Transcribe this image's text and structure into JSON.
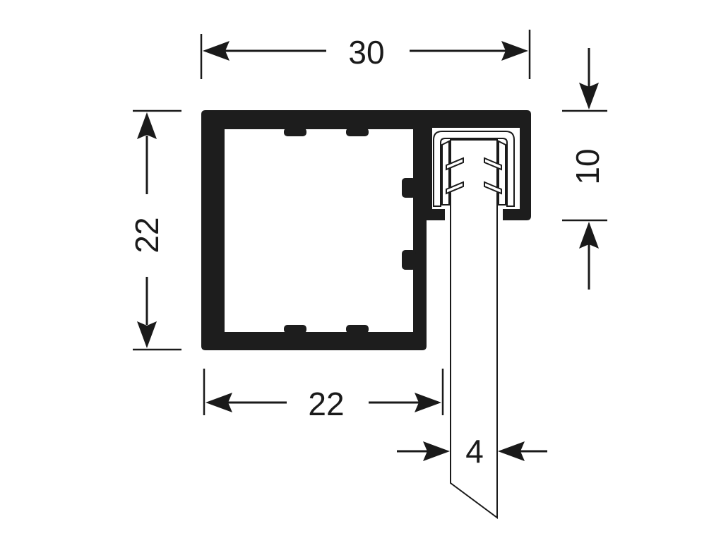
{
  "dimensions": {
    "overall_width": "30",
    "overall_height": "22",
    "inner_width": "22",
    "slot_depth": "10",
    "glass_thickness": "4"
  }
}
